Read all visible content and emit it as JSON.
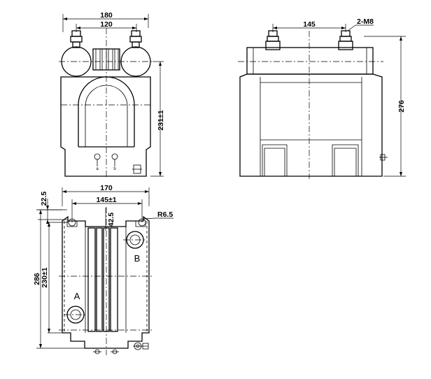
{
  "front_view": {
    "dim_overall_width": "180",
    "dim_terminal_spacing": "120",
    "dim_height": "231±1",
    "terminal_mark_a": "a",
    "terminal_mark_b": "b"
  },
  "side_view": {
    "dim_terminal_spacing": "145",
    "dim_bolts": "2-M8",
    "dim_height": "276"
  },
  "top_view": {
    "dim_offset": "22.5",
    "dim_overall_width": "170",
    "dim_hole_spacing": "145±1",
    "dim_inner": "42.5",
    "dim_radius": "R6.5",
    "label_a": "A",
    "label_b": "B",
    "dim_overall_length": "286",
    "dim_hole_length": "230±1"
  }
}
